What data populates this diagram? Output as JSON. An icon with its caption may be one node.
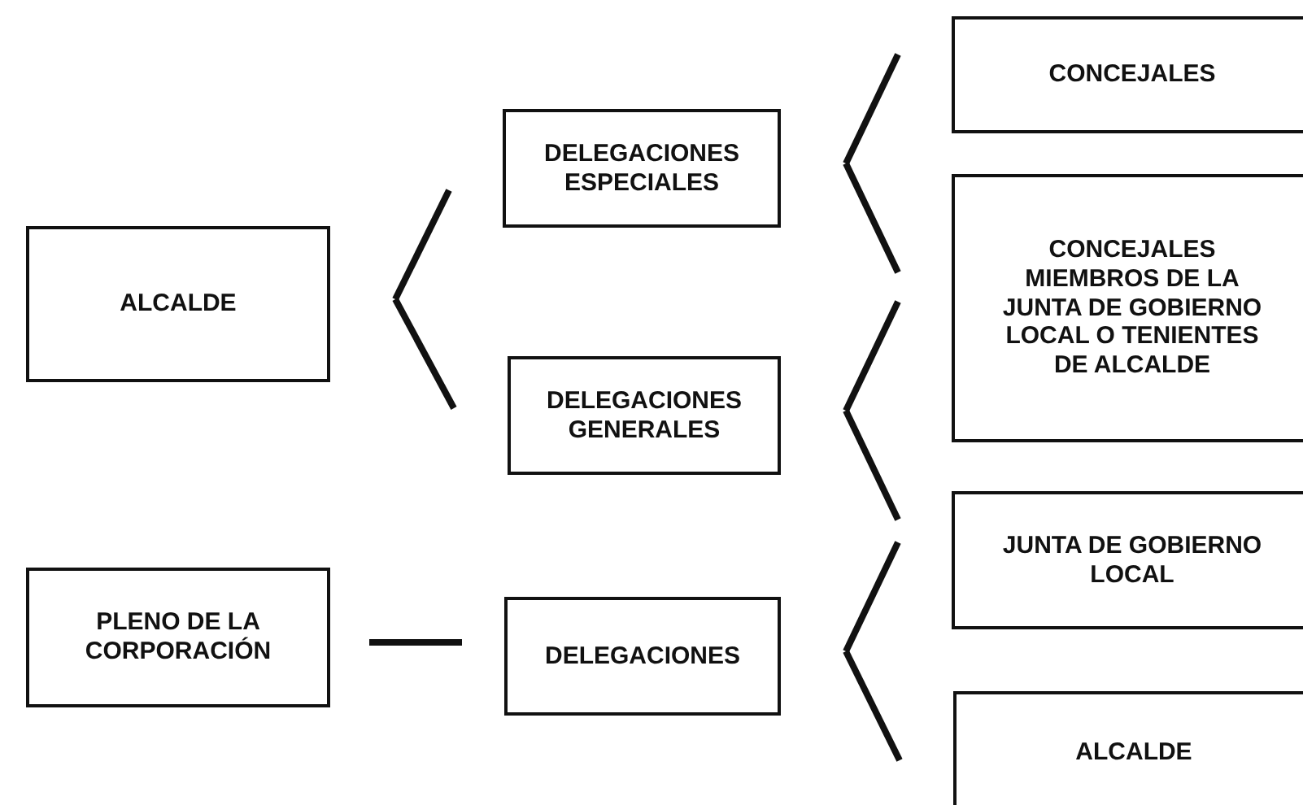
{
  "diagram": {
    "nodes": [
      {
        "text": [
          "ALCALDE"
        ]
      },
      {
        "text": [
          "DELEGACIONES ESPECIALES"
        ]
      },
      {
        "text": [
          "DELEGACIONES GENERALES"
        ]
      },
      {
        "text": [
          "CONCEJALES"
        ]
      },
      {
        "text": [
          "CONCEJALES MIEMBROS DE LA JUNTA DE GOBIERNO LOCAL O TENIENTES DE ALCALDE"
        ]
      },
      {
        "text": [
          "PLENO DE LA CORPORACIÓN"
        ]
      },
      {
        "text": [
          "DELEGACIONES"
        ]
      },
      {
        "text": [
          "JUNTA DE GOBIERNO LOCAL"
        ]
      },
      {
        "text": [
          "ALCALDE"
        ]
      }
    ],
    "edges": [
      {
        "from": 0,
        "to": 1,
        "arrow": "none"
      },
      {
        "from": 0,
        "to": 2,
        "arrow": "none"
      },
      {
        "from": 1,
        "to": 3,
        "arrow": "none"
      },
      {
        "from": 1,
        "to": 4,
        "arrow": "none"
      },
      {
        "from": 2,
        "to": 4,
        "arrow": "none"
      },
      {
        "from": 2,
        "to": 7,
        "arrow": "none"
      },
      {
        "from": 5,
        "to": 6,
        "arrow": "none"
      },
      {
        "from": 6,
        "to": 7,
        "arrow": "none"
      },
      {
        "from": 6,
        "to": 8,
        "arrow": "none"
      }
    ]
  }
}
